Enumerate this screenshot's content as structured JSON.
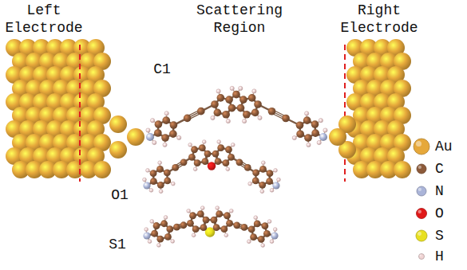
{
  "diagram": {
    "labels": [
      "Left Electrode",
      "Scattering Region",
      "Right Electrode",
      "C1",
      "O1",
      "S1"
    ],
    "legend": [
      {
        "text": "Au",
        "color": "#e6a83a"
      },
      {
        "text": "C",
        "color": "#8c5a3a"
      },
      {
        "text": "N",
        "color": "#aab4d8"
      },
      {
        "text": "O",
        "color": "#e01818"
      },
      {
        "text": "S",
        "color": "#e8e020"
      },
      {
        "text": "H",
        "color": "#f0d4d4"
      }
    ]
  }
}
